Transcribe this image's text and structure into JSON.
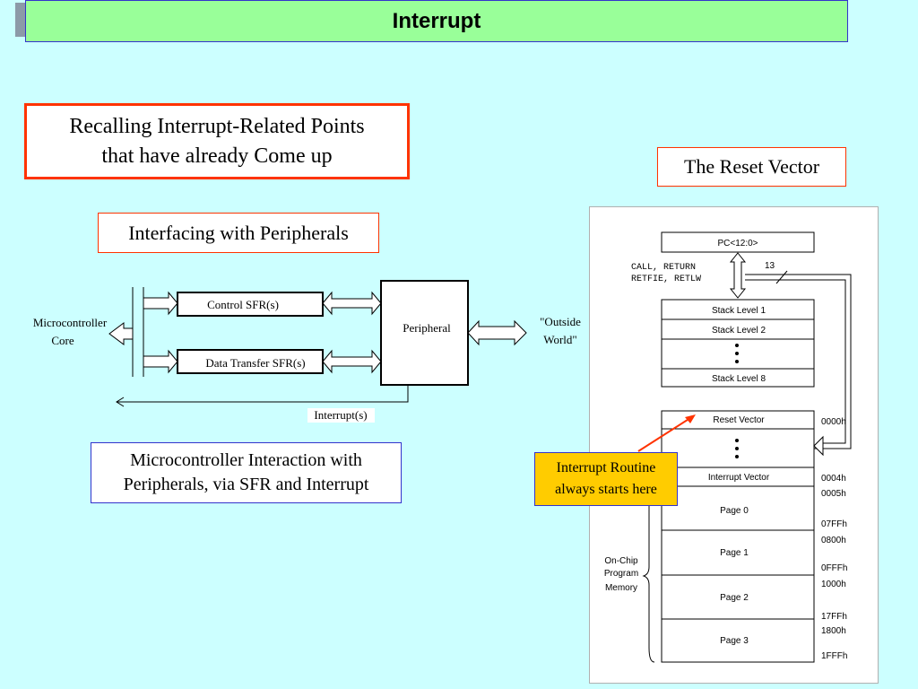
{
  "title": "Interrupt",
  "recall_box": {
    "line1": "Recalling Interrupt-Related Points",
    "line2": "that have already Come up"
  },
  "reset_vector_title": "The Reset Vector",
  "interfacing_title": "Interfacing with Peripherals",
  "interaction_caption": {
    "line1": "Microcontroller Interaction with",
    "line2": "Peripherals, via SFR and Interrupt"
  },
  "peripheral_diagram": {
    "core_label_1": "Microcontroller",
    "core_label_2": "Core",
    "control_sfr": "Control SFR(s)",
    "data_sfr": "Data Transfer SFR(s)",
    "peripheral": "Peripheral",
    "outside_1": "\"Outside",
    "outside_2": "World\"",
    "interrupt": "Interrupt(s)"
  },
  "memory_map": {
    "pc": "PC<12:0>",
    "calls_1": "CALL, RETURN",
    "calls_2": "RETFIE, RETLW",
    "width": "13",
    "stack": [
      "Stack Level 1",
      "Stack Level 2",
      "Stack Level 8"
    ],
    "reset_vector": "Reset Vector",
    "interrupt_vector": "Interrupt Vector",
    "pages": [
      "Page 0",
      "Page 1",
      "Page 2",
      "Page 3"
    ],
    "addresses": [
      "0000h",
      "0004h",
      "0005h",
      "07FFh",
      "0800h",
      "0FFFh",
      "1000h",
      "17FFh",
      "1800h",
      "1FFFh"
    ],
    "onchip_1": "On-Chip",
    "onchip_2": "Program",
    "onchip_3": "Memory"
  },
  "callout": {
    "line1": "Interrupt Routine",
    "line2": "always starts here"
  },
  "colors": {
    "background": "#ccffff",
    "title_bar": "#99ff99",
    "callout": "#ffcc00",
    "red_border": "#ff3300",
    "blue_border": "#3333cc"
  }
}
